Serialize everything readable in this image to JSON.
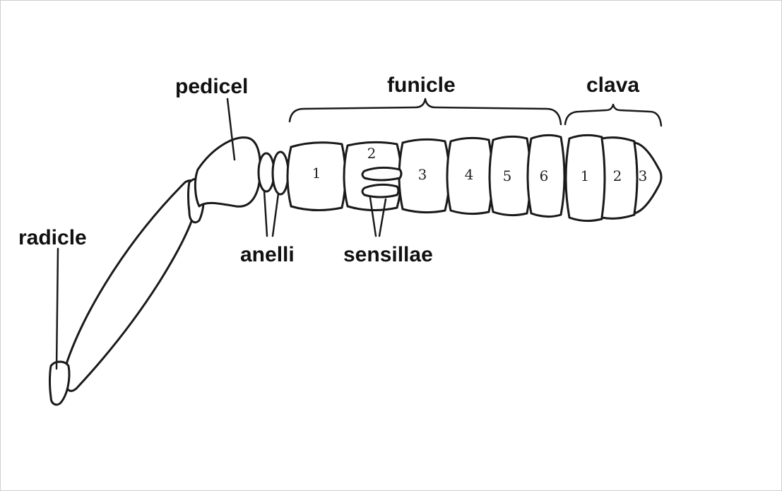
{
  "diagram": {
    "labels": {
      "pedicel": "pedicel",
      "funicle": "funicle",
      "clava": "clava",
      "radicle": "radicle",
      "anelli": "anelli",
      "sensillae": "sensillae"
    },
    "funicle_segments": [
      "1",
      "2",
      "3",
      "4",
      "5",
      "6"
    ],
    "clava_segments": [
      "1",
      "2",
      "3"
    ]
  }
}
